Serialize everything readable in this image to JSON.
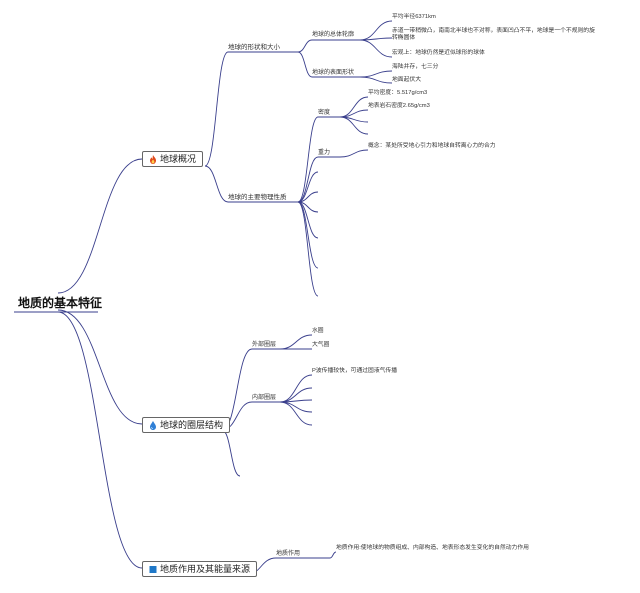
{
  "root": {
    "label": "地质的基本特征"
  },
  "colors": {
    "line": "#3a3f8c",
    "fire": "#e04a1c",
    "water": "#2f7fd6",
    "square": "#1f78c8"
  },
  "branches": [
    {
      "label": "地球概况",
      "icon": "fire-icon",
      "children": [
        {
          "label": "地球的形状和大小",
          "children": [
            {
              "label": "地球的总体轮廓",
              "children": [
                "平均半径6371km",
                "赤道一带稍微凸，南南北半球也不对称，表面凹凸不平，地球是一个不规则的旋转椭圆体",
                "宏观上：地球仍然是近似球形的球体"
              ]
            },
            {
              "label": "地球的表面形状",
              "children": [
                "海陆并存，七三分",
                "地面起伏大"
              ]
            }
          ]
        },
        {
          "label": "地球的主要物理性质",
          "children": [
            {
              "label": "密度",
              "children": [
                "平均密度：5.517g/cm3",
                "地表岩石密度2.65g/cm3"
              ]
            },
            {
              "label": "重力",
              "children": [
                "概念：某处所受地心引力和地球自转离心力的合力"
              ]
            }
          ]
        }
      ]
    },
    {
      "label": "地球的圈层结构",
      "icon": "water-drop-icon",
      "children": [
        {
          "label": "外部圈层",
          "children": [
            "水圈",
            "大气圈"
          ]
        },
        {
          "label": "内部圈层",
          "children": [
            "P波传播较快，可通过固液气传播"
          ]
        }
      ]
    },
    {
      "label": "地质作用及其能量来源",
      "icon": "blue-square-icon",
      "children": [
        {
          "label": "地质作用",
          "children": [
            "地质作用:使地球的物质组成、内部构造、地表形态发生变化的自然动力作用"
          ]
        }
      ]
    }
  ]
}
